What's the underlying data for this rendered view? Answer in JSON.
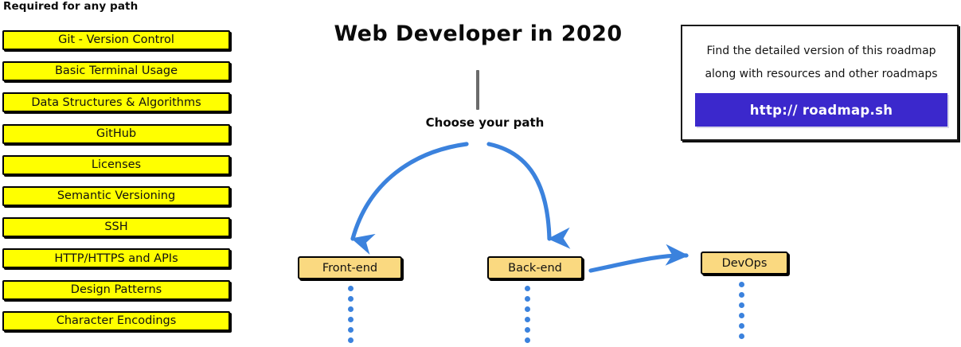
{
  "diagram": {
    "title": "Web Developer in 2020",
    "choose_label": "Choose your path",
    "stem_icon": "vertical-line-connector"
  },
  "required_section": {
    "heading": "Required for any path",
    "items": [
      {
        "label": "Git - Version Control"
      },
      {
        "label": "Basic Terminal Usage"
      },
      {
        "label": "Data Structures & Algorithms"
      },
      {
        "label": "GitHub"
      },
      {
        "label": "Licenses"
      },
      {
        "label": "Semantic Versioning"
      },
      {
        "label": "SSH"
      },
      {
        "label": "HTTP/HTTPS and APIs"
      },
      {
        "label": "Design Patterns"
      },
      {
        "label": "Character Encodings"
      }
    ]
  },
  "paths": [
    {
      "label": "Front-end",
      "arrow_icon": "curved-down-arrow"
    },
    {
      "label": "Back-end",
      "arrow_icon": "curved-down-arrow"
    },
    {
      "label": "DevOps",
      "arrow_icon": "curved-right-arrow"
    }
  ],
  "info_card": {
    "line1": "Find the detailed version of this roadmap",
    "line2": "along with resources and other roadmaps",
    "button_label": "http:// roadmap.sh"
  },
  "colors": {
    "required_box_fill": "#ffff00",
    "path_box_fill": "#fad980",
    "arrow_blue": "#3b82dd",
    "url_button_bg": "#3b28cc",
    "outline": "#000000",
    "stem_grey": "#6b6b6b"
  }
}
